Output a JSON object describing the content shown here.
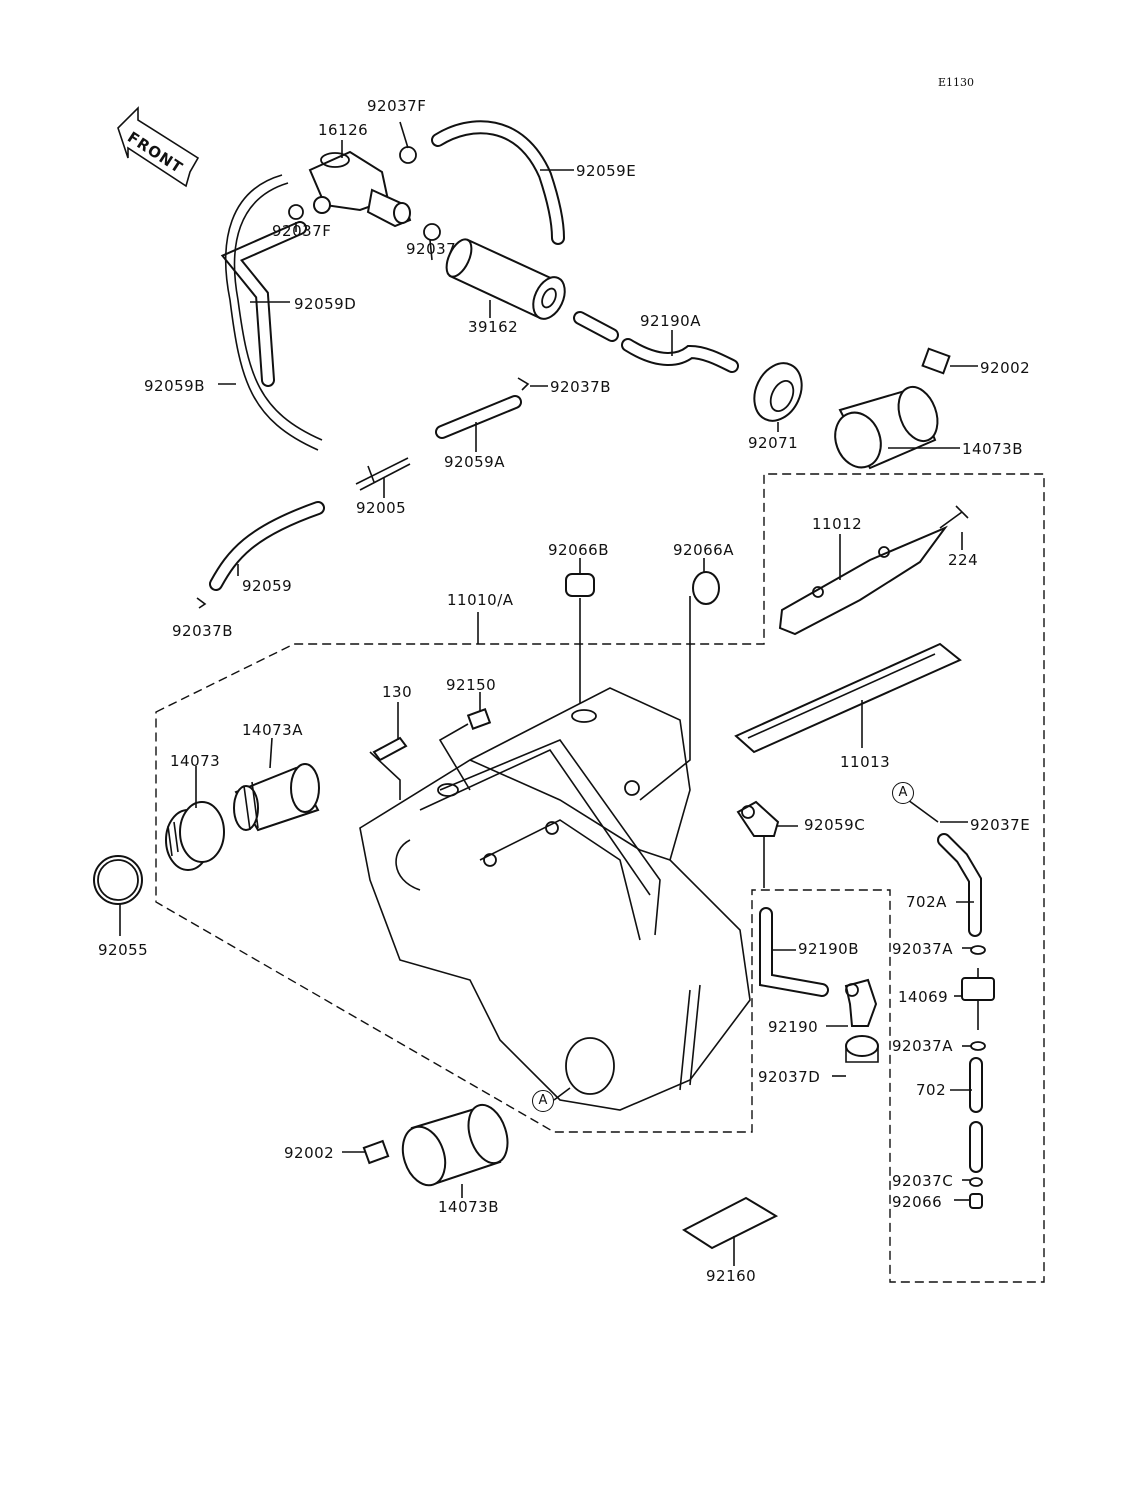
{
  "page_code": "E1130",
  "front_arrow": "FRONT",
  "section_markers": [
    "A",
    "A"
  ],
  "parts": {
    "p_92037F_top": "92037F",
    "p_16126": "16126",
    "p_92059E": "92059E",
    "p_92037F_left": "92037F",
    "p_92037": "92037",
    "p_92059D": "92059D",
    "p_39162": "39162",
    "p_92190A": "92190A",
    "p_92002_top": "92002",
    "p_92059B": "92059B",
    "p_92037B_mid": "92037B",
    "p_92071": "92071",
    "p_14073B_top": "14073B",
    "p_92059A": "92059A",
    "p_92005": "92005",
    "p_11012": "11012",
    "p_224": "224",
    "p_92066B": "92066B",
    "p_92066A": "92066A",
    "p_92059": "92059",
    "p_92037B_low": "92037B",
    "p_11010A": "11010/A",
    "p_130": "130",
    "p_92150": "92150",
    "p_14073A": "14073A",
    "p_14073": "14073",
    "p_11013": "11013",
    "p_92037E": "92037E",
    "p_92059C": "92059C",
    "p_702A": "702A",
    "p_92190B": "92190B",
    "p_92037A_1": "92037A",
    "p_14069": "14069",
    "p_92055": "92055",
    "p_92190": "92190",
    "p_92037A_2": "92037A",
    "p_92037D": "92037D",
    "p_702": "702",
    "p_92002_low": "92002",
    "p_92037C": "92037C",
    "p_92066": "92066",
    "p_14073B_low": "14073B",
    "p_92160": "92160"
  }
}
